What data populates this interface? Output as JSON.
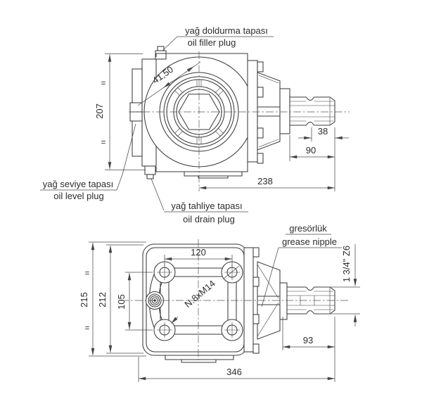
{
  "labels": {
    "oil_filler": {
      "tr": "yağ doldurma tapası",
      "en": "oil filler plug"
    },
    "oil_level": {
      "tr": "yağ seviye tapası",
      "en": "oil level plug"
    },
    "oil_drain": {
      "tr": "yağ tahliye tapası",
      "en": "oil drain plug"
    },
    "grease": {
      "tr": "gresörlük",
      "en": "grease nipple"
    }
  },
  "top_view": {
    "dim_height": "207",
    "dim_bore": "41,50",
    "dim_groove_to_end": "38",
    "dim_shaft_length": "90",
    "dim_overall": "238",
    "equal": "="
  },
  "bottom_view": {
    "dim_overall_height": "215",
    "dim_flange_height": "212",
    "dim_hole_spacing_v": "105",
    "dim_hole_spacing_h": "120",
    "dim_shaft_length": "93",
    "dim_overall_length": "346",
    "shaft_spec": "1 3/4\" Z6",
    "holes_spec": "N.8xM14",
    "equal": "="
  },
  "colors": {
    "line": "#3a3a3a",
    "dim": "#4a4a4a",
    "text": "#2c2c2c",
    "background": "#ffffff"
  }
}
